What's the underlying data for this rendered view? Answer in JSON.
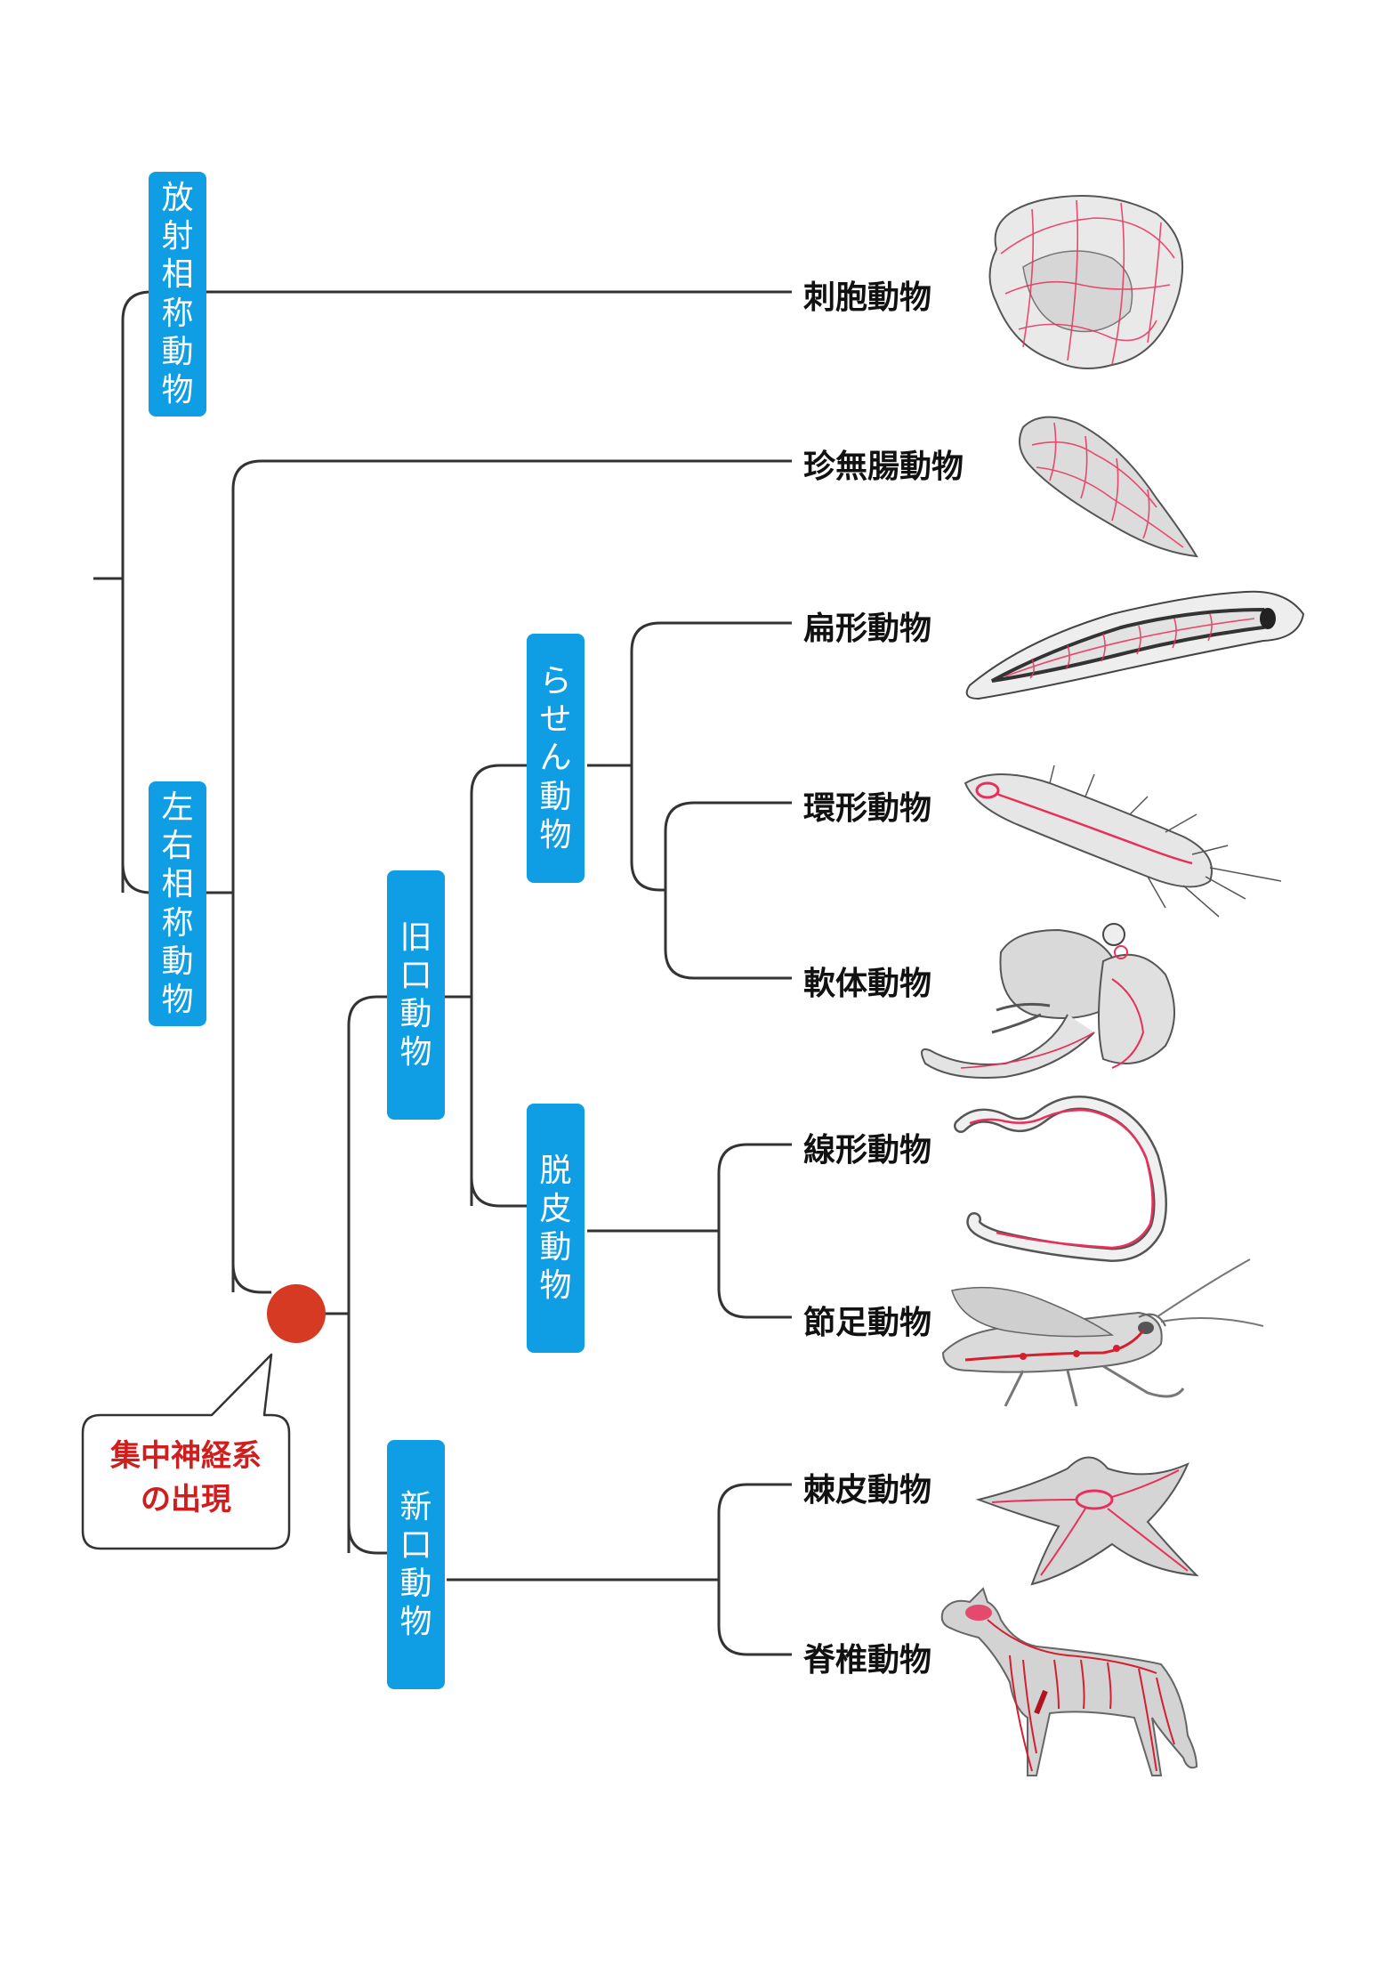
{
  "clades": {
    "radiata": "放射相称動物",
    "bilateria": "左右相称動物",
    "protostomia": "旧口動物",
    "spiralia": "らせん動物",
    "ecdysozoa": "脱皮動物",
    "deuterostomia": "新口動物"
  },
  "phyla": {
    "cnidaria": "刺胞動物",
    "acoela": "珍無腸動物",
    "platyhelminthes": "扁形動物",
    "annelida": "環形動物",
    "mollusca": "軟体動物",
    "nematoda": "線形動物",
    "arthropoda": "節足動物",
    "echinodermata": "棘皮動物",
    "vertebrata": "脊椎動物"
  },
  "callout": {
    "line1": "集中神経系",
    "line2": "の出現"
  },
  "colors": {
    "clade_box": "#0f9de4",
    "nerve": "#e8305a",
    "marker": "#d63a22",
    "callout_text": "#d01e1e"
  }
}
